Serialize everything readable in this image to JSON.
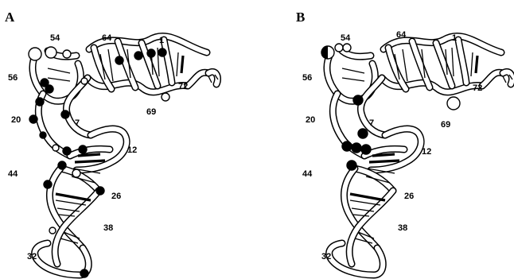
{
  "panels": [
    {
      "letter": "A",
      "labels": {
        "r54": "54",
        "r64": "64",
        "r1": "1",
        "r56": "56",
        "r72": "72",
        "r20": "20",
        "r7": "7",
        "r69": "69",
        "r12": "12",
        "r44": "44",
        "r26": "26",
        "r38": "38",
        "r32": "32"
      }
    },
    {
      "letter": "B",
      "labels": {
        "r54": "54",
        "r64": "64",
        "r1": "1",
        "r56": "56",
        "r72": "72",
        "r20": "20",
        "r7": "7",
        "r69": "69",
        "r12": "12",
        "r44": "44",
        "r26": "26",
        "r38": "38",
        "r32": "32"
      }
    }
  ],
  "colors": {
    "ink": "#000000",
    "background": "#ffffff"
  }
}
